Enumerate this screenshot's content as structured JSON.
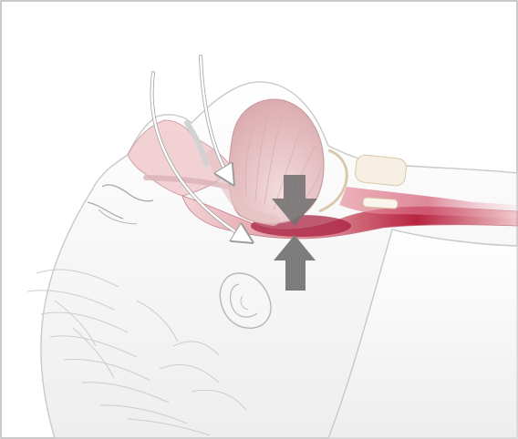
{
  "illustration": {
    "subject": "obstructive-sleep-apnea-airway-cross-section",
    "elements": [
      "head-outline",
      "ear-icon",
      "hair",
      "nasal-cavity",
      "soft-palate",
      "tongue",
      "throat-airway",
      "airflow-arrow",
      "compression-arrow-down",
      "compression-arrow-up"
    ],
    "colors": {
      "border": "#b9b9b9",
      "skin": "#f4f4f4",
      "skin_outline": "#c9c9c9",
      "airway_light": "#f1c9cc",
      "airway_dark": "#b01f3a",
      "tongue": "#e8bfc2",
      "arrow_gray": "#7d7d7d",
      "airflow_arrow": "#ffffff"
    }
  }
}
